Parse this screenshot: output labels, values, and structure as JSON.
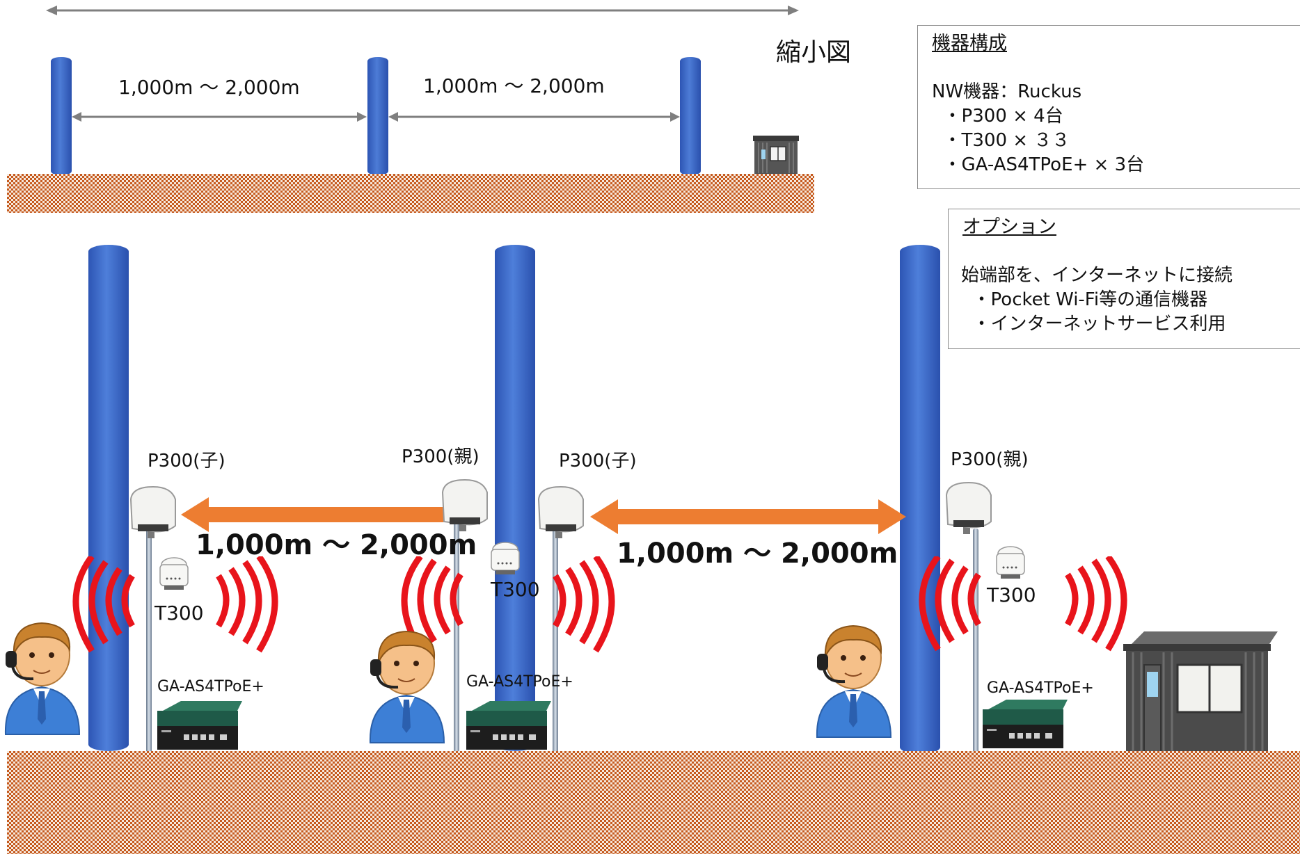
{
  "overview": {
    "title": "縮小図",
    "distance_left": "1,000m ～ 2,000m",
    "distance_right": "1,000m ～ 2,000m"
  },
  "equipment_box": {
    "heading": "機器構成",
    "lines": [
      "NW機器：Ruckus",
      "  ・P300 × 4台",
      "  ・T300 × ３３",
      "  ・GA-AS4TPoE+ × 3台"
    ]
  },
  "option_box": {
    "heading": "オプション",
    "lines": [
      "始端部を、インターネットに接続",
      "  ・Pocket Wi-Fi等の通信機器",
      "  ・インターネットサービス利用"
    ]
  },
  "main": {
    "p300_left": "P300(子)",
    "p300_mid_parent": "P300(親)",
    "p300_mid_child": "P300(子)",
    "p300_right": "P300(親)",
    "distance_left": "1,000m ～ 2,000m",
    "distance_right": "1,000m ～ 2,000m",
    "t300_1": "T300",
    "t300_2": "T300",
    "t300_3": "T300",
    "switch_1": "GA-AS4TPoE+",
    "switch_2": "GA-AS4TPoE+",
    "switch_3": "GA-AS4TPoE+"
  },
  "colors": {
    "pole": "#3a65c4",
    "arrow_orange": "#ed7d31",
    "wave_red": "#e8141b",
    "ground": "#c65a1e",
    "switch_green": "#1f5a48"
  }
}
